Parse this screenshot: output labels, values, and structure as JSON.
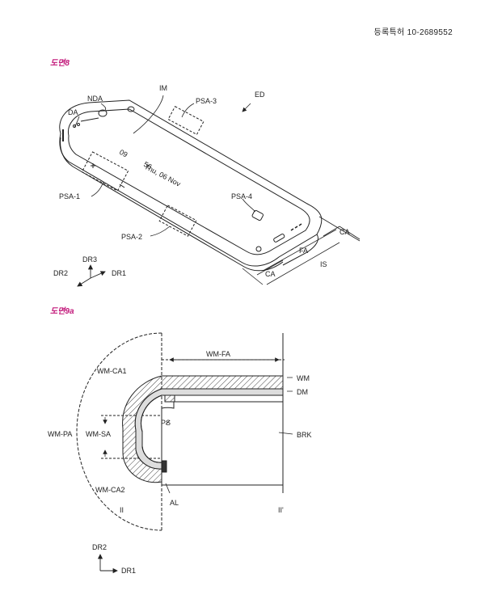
{
  "header": {
    "patent_number": "등록특허 10-2689552"
  },
  "figure8": {
    "title": "도면8",
    "screen": {
      "time_hour": "09",
      "time_minute": "56",
      "date": "Thu, 06 Nov"
    },
    "labels": {
      "da": "DA",
      "nda": "NDA",
      "im": "IM",
      "psa3": "PSA-3",
      "ed": "ED",
      "psa1": "PSA-1",
      "psa2": "PSA-2",
      "psa4": "PSA-4",
      "ca_top": "CA",
      "fa": "FA",
      "is": "IS",
      "ca_bottom": "CA"
    },
    "axes": {
      "dr1": "DR1",
      "dr2": "DR2",
      "dr3": "DR3"
    }
  },
  "figure9a": {
    "title": "도면9a",
    "labels": {
      "wm_fa": "WM-FA",
      "wm_ca1": "WM-CA1",
      "wm": "WM",
      "dm": "DM",
      "wm_pa": "WM-PA",
      "wm_sa": "WM-SA",
      "ps": "PS",
      "brk": "BRK",
      "wm_ca2": "WM-CA2",
      "al": "AL",
      "sec_left": "II",
      "sec_right": "II'"
    },
    "axes": {
      "dr1": "DR1",
      "dr2": "DR2"
    }
  }
}
